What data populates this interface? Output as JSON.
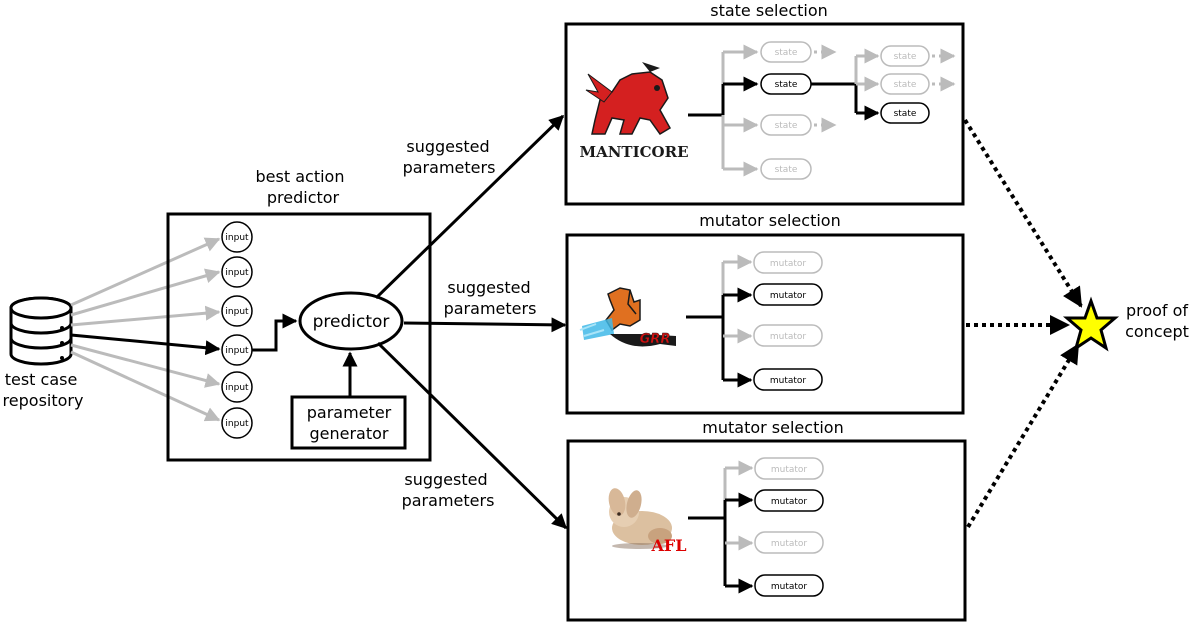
{
  "repository": {
    "label_line1": "test case",
    "label_line2": "repository"
  },
  "predictor_box": {
    "title_line1": "best action",
    "title_line2": "predictor",
    "inputs": [
      "input",
      "input",
      "input",
      "input",
      "input",
      "input"
    ],
    "predictor_label": "predictor",
    "generator_line1": "parameter",
    "generator_line2": "generator"
  },
  "edges": {
    "top_line1": "suggested",
    "top_line2": "parameters",
    "mid_line1": "suggested",
    "mid_line2": "parameters",
    "bot_line1": "suggested",
    "bot_line2": "parameters"
  },
  "panels": {
    "state": {
      "title": "state selection",
      "logo_text": "MANTICORE",
      "col1": [
        "state",
        "state",
        "state",
        "state"
      ],
      "col2": [
        "state",
        "state",
        "state"
      ]
    },
    "grr": {
      "title": "mutator selection",
      "logo_text": "GRR",
      "items": [
        "mutator",
        "mutator",
        "mutator",
        "mutator"
      ]
    },
    "afl": {
      "title": "mutator selection",
      "logo_text": "AFL",
      "items": [
        "mutator",
        "mutator",
        "mutator",
        "mutator"
      ]
    }
  },
  "goal": {
    "label_line1": "proof of",
    "label_line2": "concept"
  },
  "colors": {
    "active": "#000000",
    "inactive": "#bbbbbb",
    "star": "#ffff00",
    "manticore_red": "#d42020",
    "grr_orange": "#e07020",
    "afl_red": "#dd0000"
  }
}
